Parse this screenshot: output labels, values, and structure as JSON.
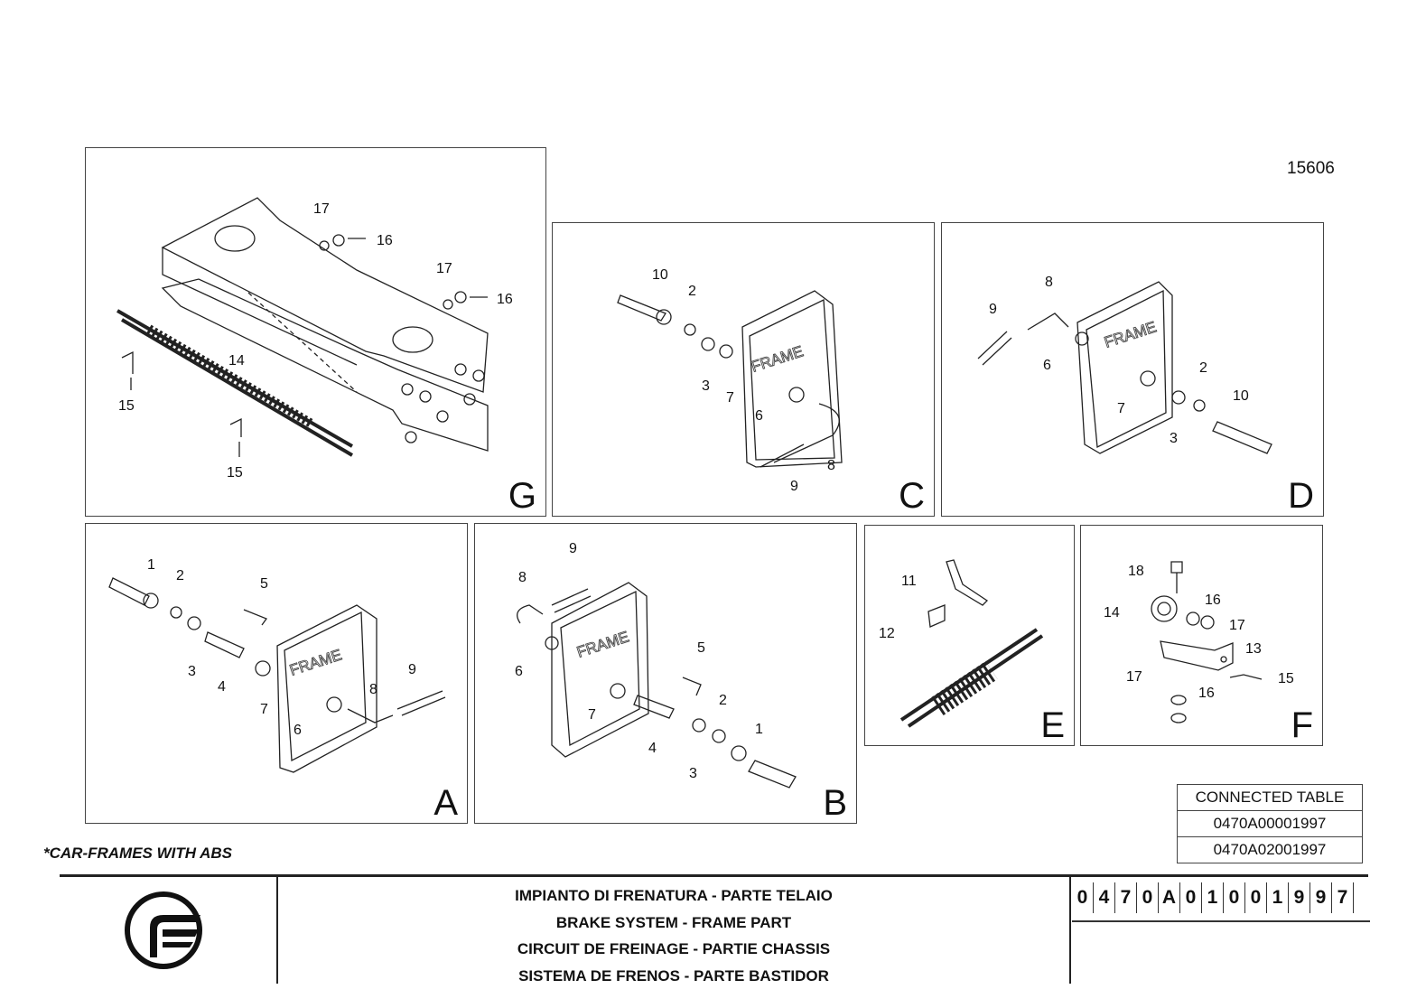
{
  "drawing_number": "15606",
  "note": "*CAR-FRAMES WITH ABS",
  "panels": {
    "G": {
      "letter": "G",
      "labels": [
        "17",
        "16",
        "17",
        "16",
        "14",
        "15",
        "15"
      ]
    },
    "C": {
      "letter": "C",
      "labels": [
        "10",
        "2",
        "3",
        "7",
        "6",
        "8",
        "9"
      ],
      "frame_text": "FRAME"
    },
    "D": {
      "letter": "D",
      "labels": [
        "9",
        "8",
        "6",
        "7",
        "2",
        "10",
        "3"
      ],
      "frame_text": "FRAME"
    },
    "A": {
      "letter": "A",
      "labels": [
        "1",
        "2",
        "5",
        "3",
        "4",
        "7",
        "6",
        "8",
        "9"
      ],
      "frame_text": "FRAME"
    },
    "B": {
      "letter": "B",
      "labels": [
        "9",
        "8",
        "6",
        "5",
        "7",
        "2",
        "4",
        "1",
        "3"
      ],
      "frame_text": "FRAME"
    },
    "E": {
      "letter": "E",
      "labels": [
        "11",
        "12"
      ]
    },
    "F": {
      "letter": "F",
      "labels": [
        "18",
        "16",
        "14",
        "17",
        "13",
        "17",
        "15",
        "16"
      ]
    }
  },
  "connected_table": {
    "header": "CONNECTED TABLE",
    "rows": [
      "0470A00001997",
      "0470A02001997"
    ]
  },
  "title_lines": [
    "IMPIANTO DI FRENATURA - PARTE TELAIO",
    "BRAKE SYSTEM - FRAME PART",
    "CIRCUIT DE FREINAGE - PARTIE CHASSIS",
    "SISTEMA DE FRENOS - PARTE BASTIDOR"
  ],
  "code_chars": [
    "0",
    "4",
    "7",
    "0",
    "A",
    "0",
    "1",
    "0",
    "0",
    "1",
    "9",
    "9",
    "7"
  ]
}
